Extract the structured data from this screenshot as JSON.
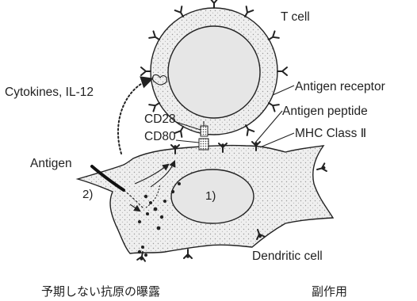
{
  "labels": {
    "t_cell": "T cell",
    "cytokines": "Cytokines, IL-12",
    "antigen_receptor": "Antigen receptor",
    "antigen_peptide": "Antigen peptide",
    "mhc_class": "MHC Class Ⅱ",
    "cd28": "CD28",
    "cd80": "CD80",
    "antigen": "Antigen",
    "nucleus_marker": "1)",
    "antigen_marker": "2)",
    "dendritic_cell": "Dendritic cell"
  },
  "captions": {
    "left": "予期しない抗原の曝露",
    "right": "副作用"
  }
}
